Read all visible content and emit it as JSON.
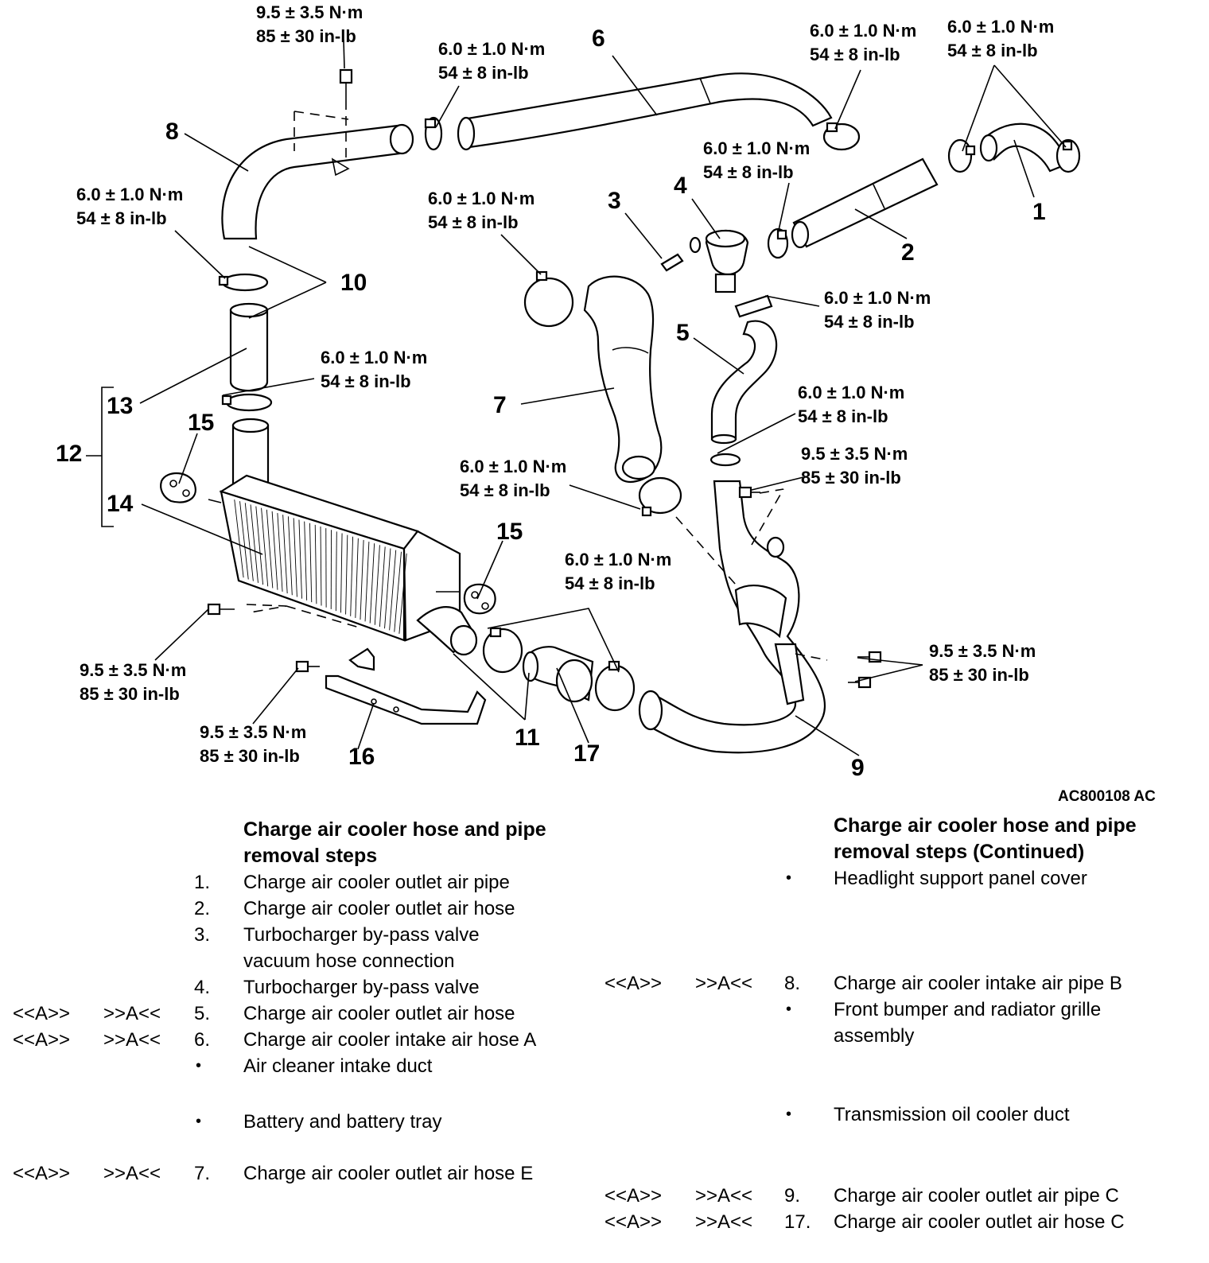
{
  "figure_code": "AC800108 AC",
  "torque_specs": {
    "t_small": [
      "9.5 ± 3.5 N·m",
      "85 ± 30 in-lb"
    ],
    "t_clamp": [
      "6.0 ± 1.0 N·m",
      "54 ± 8 in-lb"
    ]
  },
  "callouts": [
    "1",
    "2",
    "3",
    "4",
    "5",
    "6",
    "7",
    "8",
    "9",
    "10",
    "11",
    "12",
    "13",
    "14",
    "15",
    "15",
    "16",
    "17"
  ],
  "left_list": {
    "heading": [
      "Charge air cooler hose and pipe",
      "removal steps"
    ],
    "items": [
      {
        "a1": "",
        "a2": "",
        "marker": "1.",
        "text": "Charge air cooler outlet air pipe"
      },
      {
        "a1": "",
        "a2": "",
        "marker": "2.",
        "text": "Charge air cooler outlet air hose"
      },
      {
        "a1": "",
        "a2": "",
        "marker": "3.",
        "text": "Turbocharger by-pass valve"
      },
      {
        "a1": "",
        "a2": "",
        "marker": "",
        "text": "vacuum hose connection"
      },
      {
        "a1": "",
        "a2": "",
        "marker": "4.",
        "text": "Turbocharger by-pass valve"
      },
      {
        "a1": "<<A>>",
        "a2": ">>A<<",
        "marker": "5.",
        "text": "Charge air cooler outlet air hose"
      },
      {
        "a1": "<<A>>",
        "a2": ">>A<<",
        "marker": "6.",
        "text": "Charge air cooler intake air hose A"
      },
      {
        "a1": "",
        "a2": "",
        "marker": "•",
        "text": "Air cleaner intake duct"
      },
      {
        "a1": "",
        "a2": "",
        "marker": "•",
        "text": "Battery and battery tray"
      },
      {
        "a1": "<<A>>",
        "a2": ">>A<<",
        "marker": "7.",
        "text": "Charge air cooler outlet air hose E"
      }
    ]
  },
  "right_list": {
    "heading": [
      "Charge air cooler hose and pipe",
      "removal steps (Continued)"
    ],
    "items": [
      {
        "a1": "",
        "a2": "",
        "marker": "•",
        "text": "Headlight support panel cover"
      },
      {
        "a1": "<<A>>",
        "a2": ">>A<<",
        "marker": "8.",
        "text": "Charge air cooler intake air pipe B"
      },
      {
        "a1": "",
        "a2": "",
        "marker": "•",
        "text": "Front bumper and radiator grille"
      },
      {
        "a1": "",
        "a2": "",
        "marker": "",
        "text": "assembly"
      },
      {
        "a1": "",
        "a2": "",
        "marker": "•",
        "text": "Transmission oil cooler duct"
      },
      {
        "a1": "<<A>>",
        "a2": ">>A<<",
        "marker": "9.",
        "text": "Charge air cooler outlet air pipe C"
      },
      {
        "a1": "<<A>>",
        "a2": ">>A<<",
        "marker": "17.",
        "text": "Charge air cooler outlet air hose C"
      }
    ]
  }
}
